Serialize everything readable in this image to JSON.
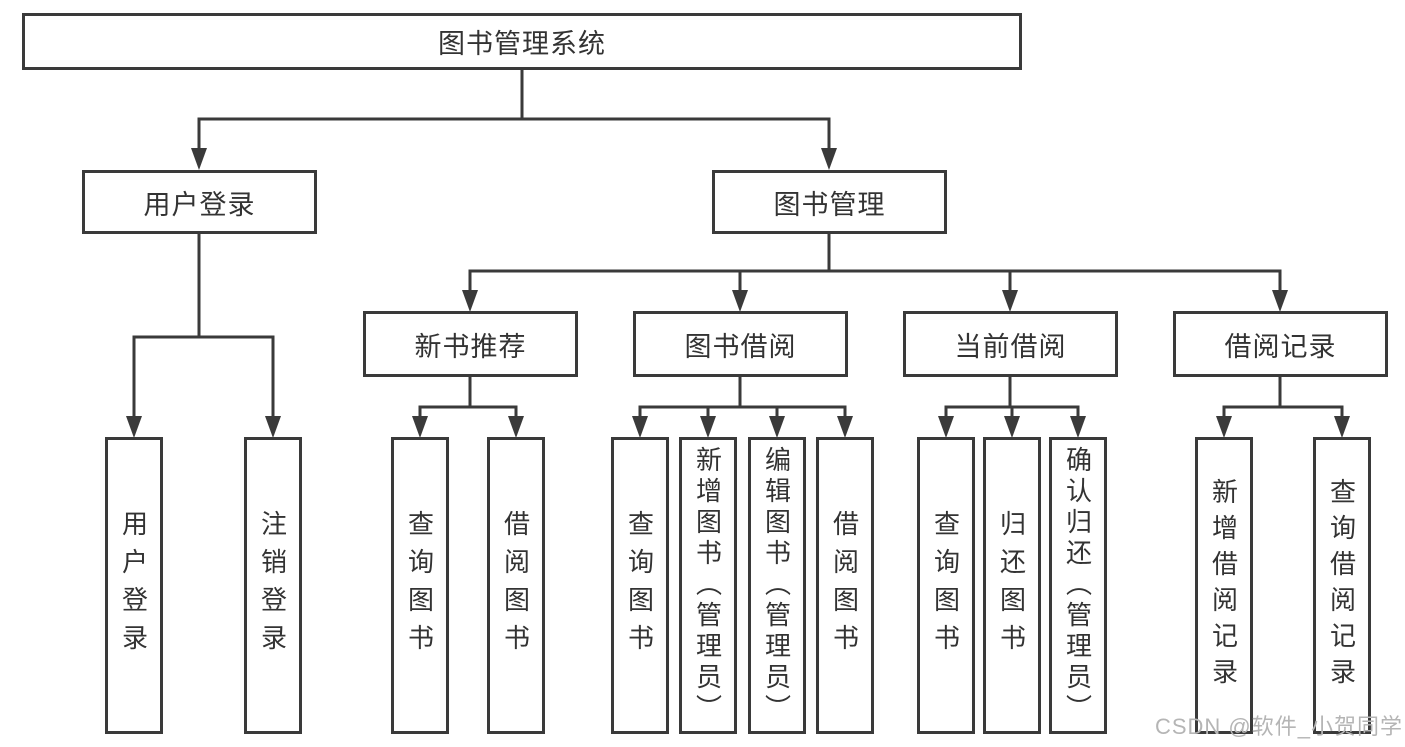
{
  "diagram": {
    "colors": {
      "line": "#3a3a3a",
      "text": "#333333",
      "background": "#ffffff",
      "watermark": "#b5b5b5"
    },
    "nodes": {
      "root": "图书管理系统",
      "user_login": "用户登录",
      "book_mgmt": "图书管理",
      "new_book_rec": "新书推荐",
      "book_borrow": "图书借阅",
      "current_borrow": "当前借阅",
      "borrow_records": "借阅记录",
      "login_user_login": "用户登录",
      "login_logout": "注销登录",
      "rec_query_books": "查询图书",
      "rec_borrow_books": "借阅图书",
      "bor_query_books": "查询图书",
      "bor_add_books": "新增图书（管理员）",
      "bor_edit_books": "编辑图书（管理员）",
      "bor_borrow_books": "借阅图书",
      "cur_query_books": "查询图书",
      "cur_return_books": "归还图书",
      "cur_confirm_return": "确认归还（管理员）",
      "recs_add_record": "新增借阅记录",
      "recs_query_record": "查询借阅记录"
    },
    "watermark": "CSDN @软件_小贺同学"
  }
}
